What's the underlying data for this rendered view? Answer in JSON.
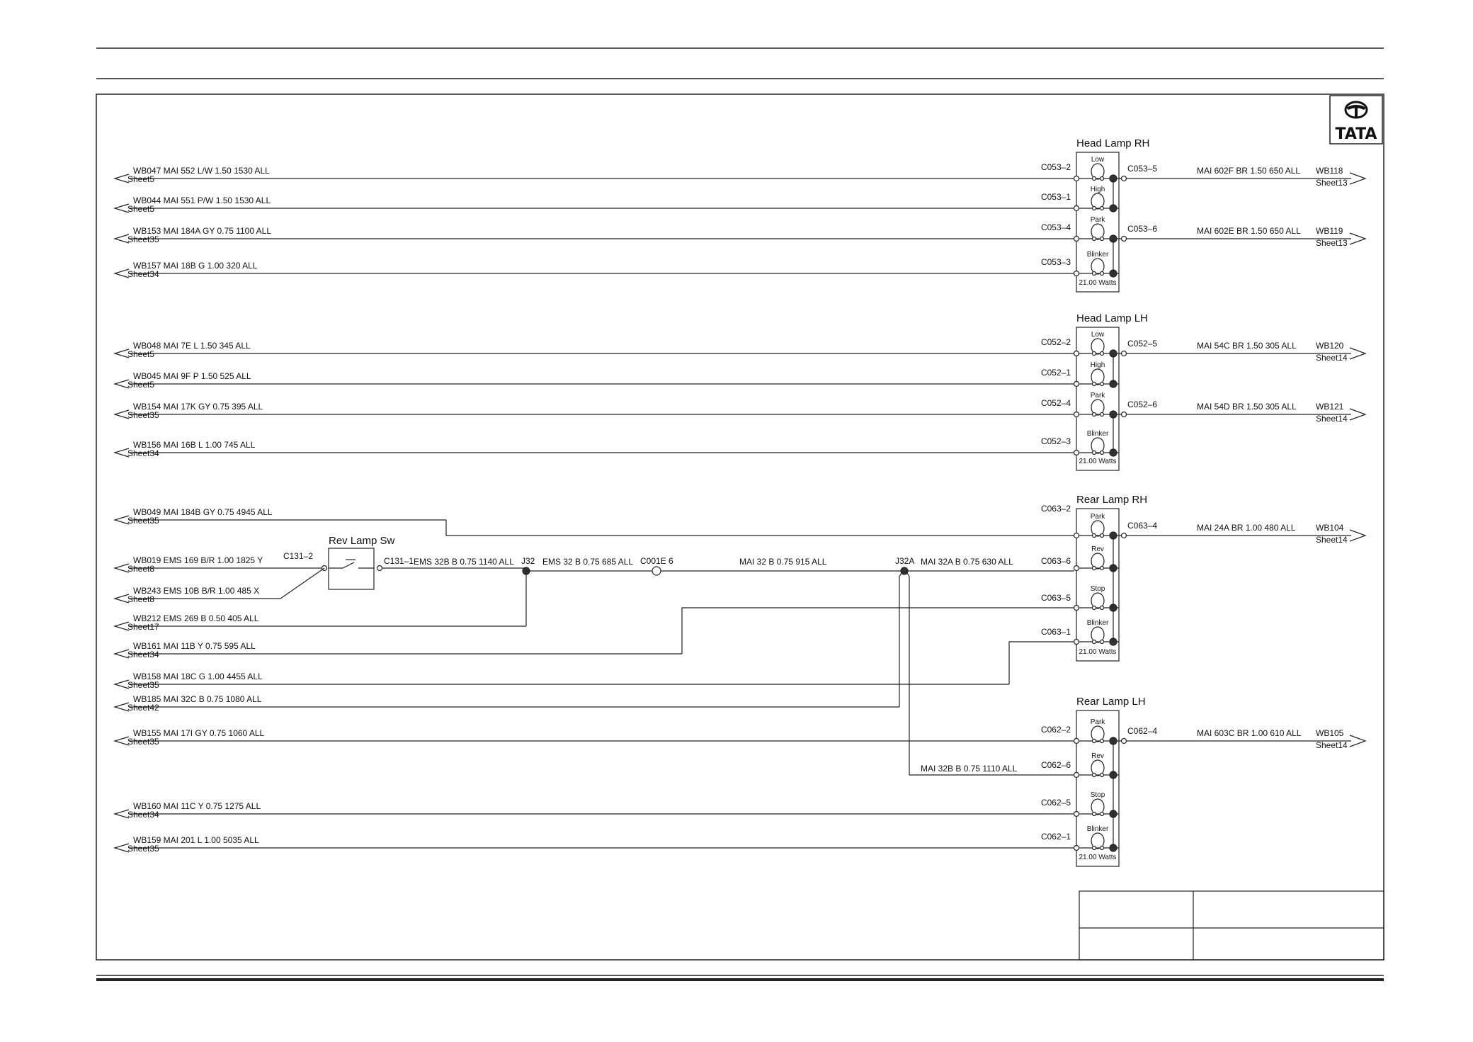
{
  "logo": {
    "text": "TATA"
  },
  "components": {
    "head_rh": {
      "title": "Head Lamp RH",
      "lamps": [
        "Low",
        "High",
        "Park",
        "Blinker"
      ],
      "wattage": "21.00 Watts"
    },
    "head_lh": {
      "title": "Head Lamp LH",
      "lamps": [
        "Low",
        "High",
        "Park",
        "Blinker"
      ],
      "wattage": "21.00 Watts"
    },
    "rear_rh": {
      "title": "Rear Lamp RH",
      "lamps": [
        "Park",
        "Rev",
        "Stop",
        "Blinker"
      ],
      "wattage": "21.00 Watts"
    },
    "rear_lh": {
      "title": "Rear Lamp LH",
      "lamps": [
        "Park",
        "Rev",
        "Stop",
        "Blinker"
      ],
      "wattage": "21.00 Watts"
    },
    "rev_sw": {
      "title": "Rev Lamp Sw",
      "pin_in": "C131–2",
      "pin_out": "C131–1"
    }
  },
  "left_wires": [
    {
      "label": "WB047  MAI   552  L/W  1.50  1530  ALL",
      "sheet": "Sheet5",
      "pin": "C053–2"
    },
    {
      "label": "WB044  MAI   551  P/W  1.50  1530  ALL",
      "sheet": "Sheet5",
      "pin": "C053–1"
    },
    {
      "label": "WB153  MAI   184A  GY  0.75  1100  ALL",
      "sheet": "Sheet35",
      "pin": "C053–4"
    },
    {
      "label": "WB157  MAI   18B  G  1.00  320  ALL",
      "sheet": "Sheet34",
      "pin": "C053–3"
    },
    {
      "label": "WB048  MAI   7E  L  1.50  345  ALL",
      "sheet": "Sheet5",
      "pin": "C052–2"
    },
    {
      "label": "WB045  MAI  9F  P  1.50  525  ALL",
      "sheet": "Sheet5",
      "pin": "C052–1"
    },
    {
      "label": "WB154  MAI  17K  GY  0.75  395  ALL",
      "sheet": "Sheet35",
      "pin": "C052–4"
    },
    {
      "label": "WB156  MAI  16B  L  1.00  745  ALL",
      "sheet": "Sheet34",
      "pin": "C052–3"
    },
    {
      "label": "WB049  MAI   184B  GY  0.75  4945  ALL",
      "sheet": "Sheet35",
      "pin": "C063–2"
    },
    {
      "label": "WB019  EMS   169  B/R  1.00  1825  Y",
      "sheet": "Sheet8",
      "pin": ""
    },
    {
      "label": "WB243  EMS   10B  B/R  1.00  485  X",
      "sheet": "Sheet8",
      "pin": ""
    },
    {
      "label": "WB212  EMS   269  B  0.50  405  ALL",
      "sheet": "Sheet17",
      "pin": ""
    },
    {
      "label": "WB161  MAI   11B  Y  0.75  595  ALL",
      "sheet": "Sheet34",
      "pin": ""
    },
    {
      "label": "WB158  MAI   18C  G  1.00  4455  ALL",
      "sheet": "Sheet35",
      "pin": ""
    },
    {
      "label": "WB185  MAI   32C  B  0.75  1080  ALL",
      "sheet": "Sheet42",
      "pin": ""
    },
    {
      "label": "WB155  MAI   17I  GY  0.75  1060  ALL",
      "sheet": "Sheet35",
      "pin": "C062–2"
    },
    {
      "label": "WB160  MAI   11C  Y  0.75  1275  ALL",
      "sheet": "Sheet34",
      "pin": "C062–5"
    },
    {
      "label": "WB159  MAI   201  L  1.00  5035  ALL",
      "sheet": "Sheet35",
      "pin": "C062–1"
    }
  ],
  "pins": {
    "c063_6": "C063–6",
    "c063_5": "C063–5",
    "c063_1": "C063–1",
    "c062_6": "C062–6"
  },
  "right_wires": [
    {
      "pin": "C053–5",
      "label": "MAI   602F  BR  1.50  650  ALL",
      "wb": "WB118",
      "sheet": "Sheet13"
    },
    {
      "pin": "C053–6",
      "label": "MAI   602E  BR  1.50  650  ALL",
      "wb": "WB119",
      "sheet": "Sheet13"
    },
    {
      "pin": "C052–5",
      "label": "MAI   54C  BR  1.50  305  ALL",
      "wb": "WB120",
      "sheet": "Sheet14"
    },
    {
      "pin": "C052–6",
      "label": "MAI   54D  BR  1.50  305  ALL",
      "wb": "WB121",
      "sheet": "Sheet14"
    },
    {
      "pin": "C063–4",
      "label": "MAI   24A  BR  1.00  480  ALL",
      "wb": "WB104",
      "sheet": "Sheet14"
    },
    {
      "pin": "C062–4",
      "label": "MAI   603C  BR  1.00  610  ALL",
      "wb": "WB105",
      "sheet": "Sheet14"
    }
  ],
  "mid_wires": {
    "ems_32b_1140": "EMS     32B  B  0.75  1140  ALL",
    "ems_32b_685": "EMS    32  B  0.75  685  ALL",
    "mai_32b_915": "MAI      32  B  0.75  915  ALL",
    "mai_32a_630": "MAI    32A  B  0.75  630  ALL",
    "mai_32b_1110": "MAI    32B  B  0.75  1110  ALL"
  },
  "junctions": {
    "j32": "J32",
    "j32a": "J32A",
    "c001e": "C001E  6"
  }
}
